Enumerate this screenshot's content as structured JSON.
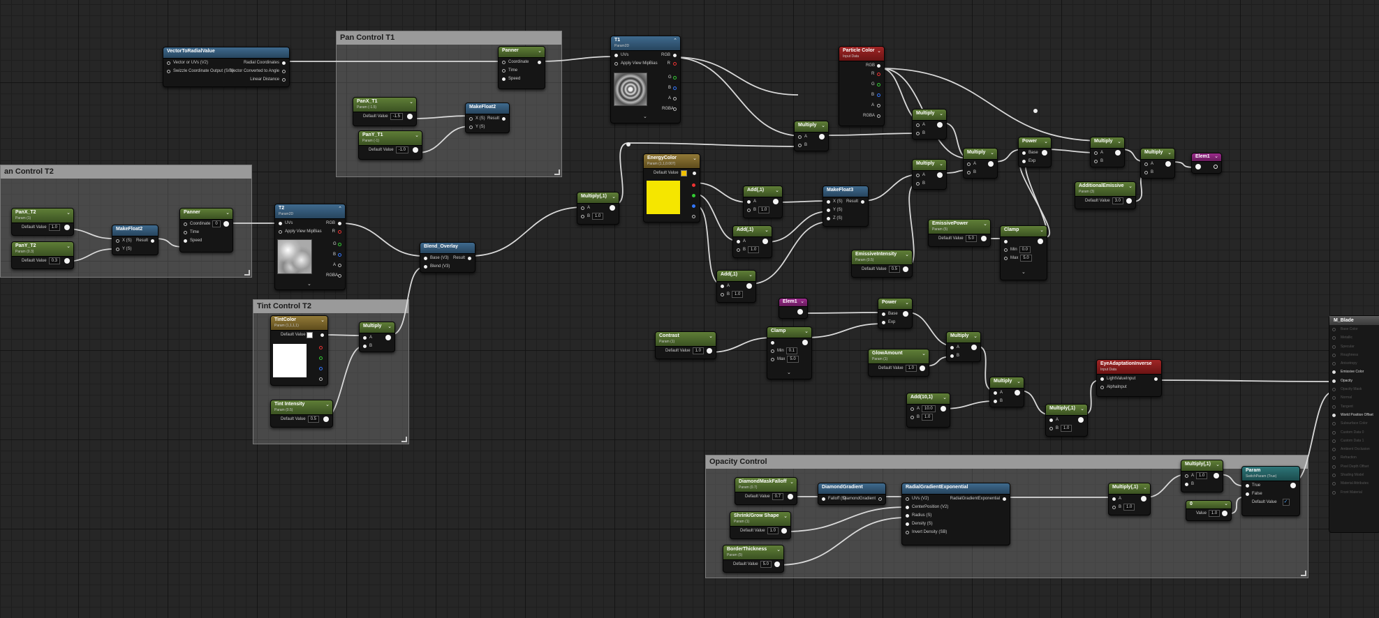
{
  "comments": {
    "pan_t1": "Pan Control T1",
    "pan_t2": "an Control T2",
    "tint_t2": "Tint Control T2",
    "opacity": "Opacity Control"
  },
  "nodes": {
    "vtrv": {
      "title": "VectorToRadialValue",
      "in1": "Vector or UVs (V2)",
      "in2": "Swizzle Coordinate Output (S/B)",
      "out1": "Radial Coordinates",
      "out2": "Vector Converted to Angle",
      "out3": "Linear Distance"
    },
    "panner1": {
      "title": "Panner",
      "in1": "Coordinate",
      "in2": "Time",
      "in3": "Speed"
    },
    "pant1x": {
      "title": "PanX_T1",
      "sub": "Param (-1.5)",
      "lbl": "Default Value",
      "val": "-1.5"
    },
    "pant1y": {
      "title": "PanY_T1",
      "sub": "Param (-1)",
      "lbl": "Default Value",
      "val": "-1.0"
    },
    "mf2a": {
      "title": "MakeFloat2",
      "in1": "X (S)",
      "in2": "Y (S)",
      "out": "Result"
    },
    "t1": {
      "title": "T1",
      "sub": "Param2D",
      "in1": "UVs",
      "in2": "Apply View MipBias",
      "o1": "RGB",
      "o2": "R",
      "o3": "G",
      "o4": "B",
      "o5": "A",
      "o6": "RGBA"
    },
    "particle": {
      "title": "Particle Color",
      "sub": "Input Data",
      "o1": "RGB",
      "o2": "R",
      "o3": "G",
      "o4": "B",
      "o5": "A",
      "o6": "RGBA"
    },
    "mult_a": {
      "title": "Multiply",
      "a": "A",
      "b": "B"
    },
    "mult_b": {
      "title": "Multiply",
      "a": "A",
      "b": "B"
    },
    "mult_c": {
      "title": "Multiply",
      "a": "A",
      "b": "B"
    },
    "mult_d": {
      "title": "Multiply",
      "a": "A",
      "b": "B"
    },
    "mult_e": {
      "title": "Multiply",
      "a": "A",
      "b": "B"
    },
    "mult_f": {
      "title": "Multiply",
      "a": "A",
      "b": "B"
    },
    "power1": {
      "title": "Power",
      "a": "Base",
      "b": "Exp"
    },
    "elem1_out": {
      "title": "Elem1"
    },
    "additional": {
      "title": "AdditionalEmissive",
      "sub": "Param (3)",
      "lbl": "Default Value",
      "val": "3.0"
    },
    "pant2x": {
      "title": "PanX_T2",
      "sub": "Param (1)",
      "lbl": "Default Value",
      "val": "1.0"
    },
    "pant2y": {
      "title": "PanY_T2",
      "sub": "Param (0.3)",
      "lbl": "Default Value",
      "val": "0.3"
    },
    "mf2b": {
      "title": "MakeFloat2",
      "in1": "X (S)",
      "in2": "Y (S)",
      "out": "Result"
    },
    "panner2": {
      "title": "Panner",
      "in1": "Coordinate",
      "in1v": "0",
      "in2": "Time",
      "in3": "Speed"
    },
    "t2": {
      "title": "T2",
      "sub": "Param2D",
      "in1": "UVs",
      "in2": "Apply View MipBias",
      "o1": "RGB",
      "o2": "R",
      "o3": "G",
      "o4": "B",
      "o5": "A",
      "o6": "RGBA"
    },
    "blend": {
      "title": "Blend_Overlay",
      "in1": "Base (V3)",
      "in2": "Blend (V3)",
      "out": "Result"
    },
    "mult1": {
      "title": "Multiply(,1)",
      "a": "A",
      "b": "B",
      "bv": "1.0"
    },
    "energy": {
      "title": "EnergyColor",
      "sub": "Param (1,1,0.007)",
      "lbl": "Default Value"
    },
    "add1": {
      "title": "Add(,1)",
      "a": "A",
      "b": "B",
      "bv": "1.0"
    },
    "add2": {
      "title": "Add(,1)",
      "a": "A",
      "b": "B",
      "bv": "1.0"
    },
    "add3": {
      "title": "Add(,1)",
      "a": "A",
      "b": "B",
      "bv": "1.0"
    },
    "mf3": {
      "title": "MakeFloat3",
      "in1": "X (S)",
      "in2": "Y (S)",
      "in3": "Z (S)",
      "out": "Result"
    },
    "emisspower": {
      "title": "EmissivePower",
      "sub": "Param (5)",
      "lbl": "Default Value",
      "val": "5.0"
    },
    "clamp1": {
      "title": "Clamp",
      "min": "Min",
      "minv": "0.0",
      "max": "Max",
      "maxv": "5.0"
    },
    "emissint": {
      "title": "EmissiveIntensity",
      "sub": "Param (0.5)",
      "lbl": "Default Value",
      "val": "0.5"
    },
    "tintcolor": {
      "title": "TintColor",
      "sub": "Param (1,1,1,1)",
      "lbl": "Default Value"
    },
    "tintint": {
      "title": "Tint Intensity",
      "sub": "Param (0.5)",
      "lbl": "Default Value",
      "val": "0.5"
    },
    "mult_tint": {
      "title": "Multiply",
      "a": "A",
      "b": "B"
    },
    "elem1_in": {
      "title": "Elem1"
    },
    "power2": {
      "title": "Power",
      "a": "Base",
      "b": "Exp"
    },
    "contrast": {
      "title": "Contrast",
      "sub": "Param (1)",
      "lbl": "Default Value",
      "val": "1.0"
    },
    "clamp2": {
      "title": "Clamp",
      "min": "Min",
      "minv": "0.1",
      "max": "Max",
      "maxv": "5.0"
    },
    "glow": {
      "title": "GlowAmount",
      "sub": "Param (1)",
      "lbl": "Default Value",
      "val": "1.0"
    },
    "mult_g": {
      "title": "Multiply",
      "a": "A",
      "b": "B"
    },
    "mult_h": {
      "title": "Multiply",
      "a": "A",
      "b": "B"
    },
    "add10": {
      "title": "Add(10,1)",
      "a": "A",
      "av": "10.0",
      "b": "B",
      "bv": "1.0"
    },
    "mult1b": {
      "title": "Multiply(,1)",
      "a": "A",
      "b": "B",
      "bv": "1.0"
    },
    "eyeadapt": {
      "title": "EyeAdaptationInverse",
      "sub": "Input Data",
      "in1": "LightValueInput",
      "in2": "AlphaInput"
    },
    "diamondfall": {
      "title": "DiamondMaskFalloff",
      "sub": "Param (0.7)",
      "lbl": "Default Value",
      "val": "0.7"
    },
    "diamondgrad": {
      "title": "DiamondGradient",
      "in1": "Falloff (S)",
      "out": "DiamondGradient"
    },
    "shrink": {
      "title": "Shrink/Grow Shape",
      "sub": "Param (1)",
      "lbl": "Default Value",
      "val": "1.0"
    },
    "border": {
      "title": "BorderThickness",
      "sub": "Param (5)",
      "lbl": "Default Value",
      "val": "5.0"
    },
    "radial": {
      "title": "RadialGradientExponential",
      "in1": "UVs (V2)",
      "in2": "CenterPosition (V2)",
      "in3": "Radius (S)",
      "in4": "Density (S)",
      "in5": "Invert Density (SB)",
      "out": "RadialGradientExponential"
    },
    "mult1c": {
      "title": "Multiply(,1)",
      "a": "A",
      "b": "B",
      "bv": "1.0"
    },
    "mult1d": {
      "title": "Multiply(,1)",
      "a": "A",
      "av": "1.0",
      "b": "B"
    },
    "zero": {
      "title": "0",
      "lbl": "Value",
      "val": "1.0"
    },
    "param": {
      "title": "Param",
      "sub": "SwitchParam (True)",
      "in1": "True",
      "in2": "False",
      "lbl": "Default Value",
      "check": "✓"
    }
  },
  "material": {
    "title": "M_Blade",
    "pins": [
      "Base Color",
      "Metallic",
      "Specular",
      "Roughness",
      "Anisotropy",
      "Emissive Color",
      "Opacity",
      "Opacity Mask",
      "Normal",
      "Tangent",
      "World Position Offset",
      "Subsurface Color",
      "Custom Data 0",
      "Custom Data 1",
      "Ambient Occlusion",
      "Refraction",
      "Pixel Depth Offset",
      "Shading Model",
      "Material Attributes",
      "Front Material"
    ],
    "active": [
      "Emissive Color",
      "Opacity",
      "World Position Offset"
    ]
  },
  "colors": {
    "energy": "#f5e600",
    "tint": "#ffffff",
    "wire": "#d9d9d9"
  }
}
